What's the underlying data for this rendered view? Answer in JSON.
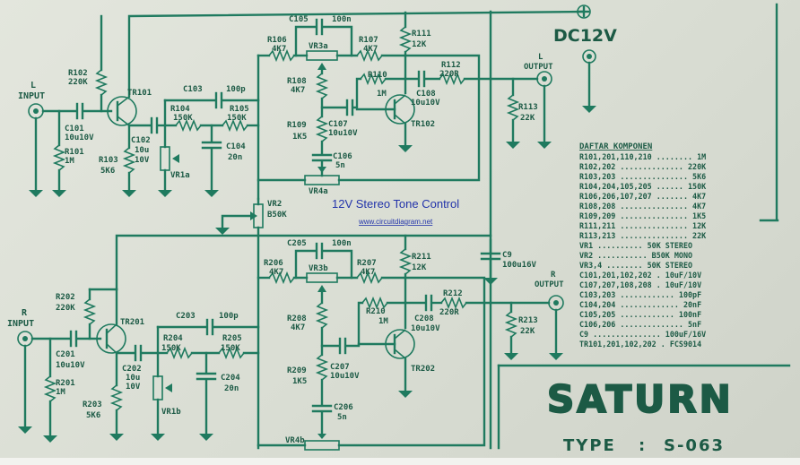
{
  "power": {
    "label": "DC12V"
  },
  "title": {
    "main": "12V Stereo Tone Control",
    "url": "www.circuitdiagram.net"
  },
  "brand": {
    "name": "SATURN",
    "type_label": "TYPE",
    "type_sep": ":",
    "type_value": "S-063"
  },
  "left": {
    "input": [
      "L",
      "INPUT"
    ],
    "output": [
      "L",
      "OUTPUT"
    ],
    "C101": [
      "C101",
      "10u10V"
    ],
    "R101": [
      "R101",
      "1M"
    ],
    "R102": [
      "R102",
      "220K"
    ],
    "TR101": "TR101",
    "R103": [
      "R103",
      "5K6"
    ],
    "C102": [
      "C102",
      "10u",
      "10V"
    ],
    "C103": [
      "C103",
      "100p"
    ],
    "R104": [
      "R104",
      "150K"
    ],
    "R105": [
      "R105",
      "150K"
    ],
    "C104": [
      "C104",
      "20n"
    ],
    "VR1a": "VR1a",
    "C105": [
      "C105",
      "100n"
    ],
    "R106": [
      "R106",
      "4K7"
    ],
    "VR3a": "VR3a",
    "R107": [
      "R107",
      "4K7"
    ],
    "R108": [
      "R108",
      "4K7"
    ],
    "R109": [
      "R109",
      "1K5"
    ],
    "C107": [
      "C107",
      "10u10V"
    ],
    "C106": [
      "C106",
      "5n"
    ],
    "VR4a": "VR4a",
    "R110": [
      "R110",
      "1M"
    ],
    "R111": [
      "R111",
      "12K"
    ],
    "R112": [
      "R112",
      "220R"
    ],
    "C108": [
      "C108",
      "10u10V"
    ],
    "TR102": "TR102",
    "R113": [
      "R113",
      "22K"
    ]
  },
  "right": {
    "input": [
      "R",
      "INPUT"
    ],
    "output": [
      "R",
      "OUTPUT"
    ],
    "C201": [
      "C201",
      "10u10V"
    ],
    "R201": [
      "R201",
      "1M"
    ],
    "R202": [
      "R202",
      "220K"
    ],
    "TR201": "TR201",
    "R203": [
      "R203",
      "5K6"
    ],
    "C202": [
      "C202",
      "10u",
      "10V"
    ],
    "C203": [
      "C203",
      "100p"
    ],
    "R204": [
      "R204",
      "150K"
    ],
    "R205": [
      "R205",
      "150K"
    ],
    "C204": [
      "C204",
      "20n"
    ],
    "VR1b": "VR1b",
    "C205": [
      "C205",
      "100n"
    ],
    "R206": [
      "R206",
      "4K7"
    ],
    "VR3b": "VR3b",
    "R207": [
      "R207",
      "4K7"
    ],
    "R208": [
      "R208",
      "4K7"
    ],
    "R209": [
      "R209",
      "1K5"
    ],
    "C207": [
      "C207",
      "10u10V"
    ],
    "C206": [
      "C206",
      "5n"
    ],
    "VR4b": "VR4b",
    "R210": [
      "R210",
      "1M"
    ],
    "R211": [
      "R211",
      "12K"
    ],
    "R212": [
      "R212",
      "220R"
    ],
    "C208": [
      "C208",
      "10u10V"
    ],
    "TR202": "TR202",
    "R213": [
      "R213",
      "22K"
    ]
  },
  "shared": {
    "VR2": [
      "VR2",
      "B50K"
    ],
    "C9": [
      "C9",
      "100u16V"
    ]
  },
  "parts_list": {
    "title": "DAFTAR KOMPONEN",
    "rows": [
      "R101,201,110,210 ........ 1M",
      "R102,202 .............. 220K",
      "R103,203 ............... 5K6",
      "R104,204,105,205 ...... 150K",
      "R106,206,107,207 ....... 4K7",
      "R108,208 ............... 4K7",
      "R109,209 ............... 1K5",
      "R111,211 ............... 12K",
      "R113,213 ............... 22K",
      "VR1 .......... 50K STEREO",
      "VR2 ........... B50K MONO",
      "VR3,4 ........ 50K STEREO",
      "C101,201,102,202 . 10uF/10V",
      "C107,207,108,208 . 10uF/10V",
      "C103,203 ............ 100pF",
      "C104,204 ............. 20nF",
      "C105,205 ............ 100nF",
      "C106,206 .............. 5nF",
      "C9 ............... 100uF/16V",
      "TR101,201,102,202 . FCS9014"
    ]
  },
  "colors": {
    "ink": "#1f7a5f",
    "overlay": "#2233aa",
    "paper": "#dcdfd6"
  }
}
